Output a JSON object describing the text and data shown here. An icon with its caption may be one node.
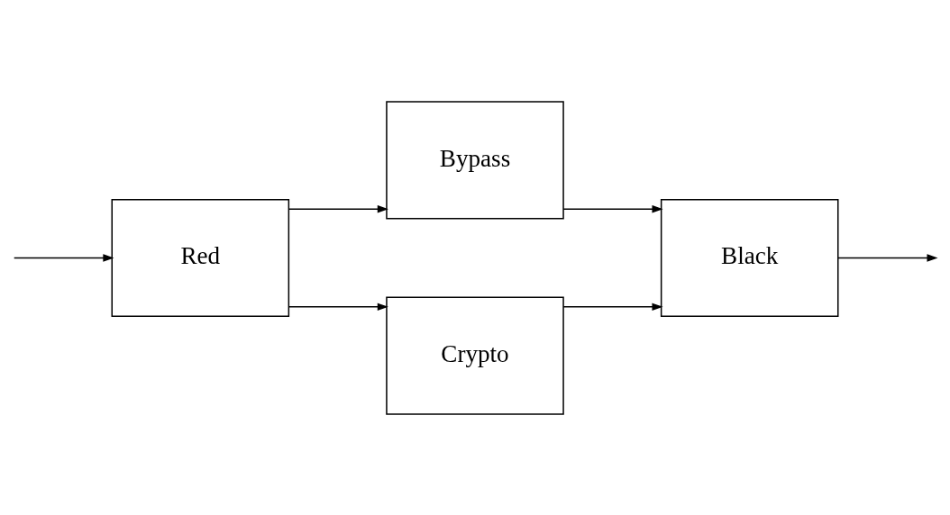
{
  "diagram": {
    "nodes": [
      {
        "text": [
          "Bypass"
        ]
      },
      {
        "text": [
          "Red"
        ]
      },
      {
        "text": [
          "Black"
        ]
      },
      {
        "text": [
          "Crypto"
        ]
      }
    ],
    "edges": [
      {
        "from": null,
        "to": 1,
        "arrow": "to"
      },
      {
        "from": 1,
        "to": 0,
        "arrow": "to"
      },
      {
        "from": 1,
        "to": 3,
        "arrow": "to"
      },
      {
        "from": 0,
        "to": 2,
        "arrow": "to"
      },
      {
        "from": 3,
        "to": 2,
        "arrow": "to"
      },
      {
        "from": 2,
        "to": null,
        "arrow": "to"
      }
    ]
  }
}
